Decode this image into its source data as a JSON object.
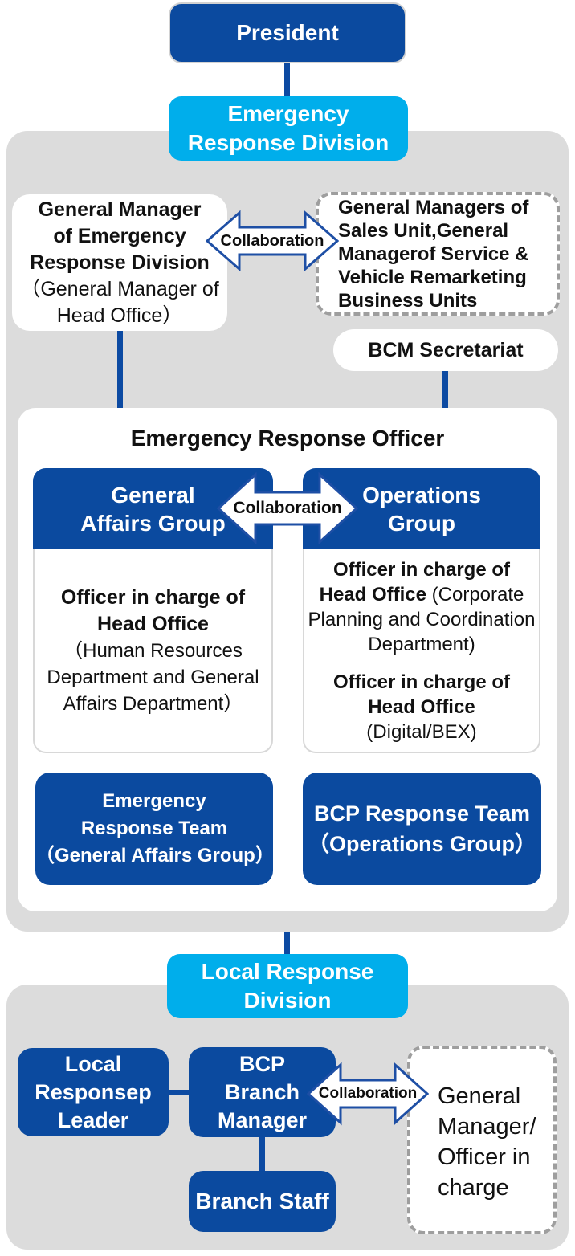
{
  "colors": {
    "navy": "#0B4A9F",
    "cyan": "#00AEEB",
    "panel_gray": "#DCDCDC",
    "connector_navy": "#0C4AA2",
    "arrow_outline_blue": "#1E4FA5",
    "dashed_border_gray": "#9E9E9E"
  },
  "org": {
    "president": "President",
    "emergency_response_division": "Emergency\nResponse Division",
    "gm_box": {
      "title": "General Manager\nof Emergency\nResponse Division",
      "subtitle": "（General Manager of\nHead Office）"
    },
    "collab_top": "Collaboration",
    "sales_gm_box": "General Managers of\nSales Unit,General\nManagerof Service &\nVehicle Remarketing\nBusiness Units",
    "bcm_secretariat": "BCM Secretariat",
    "panel": {
      "title": "Emergency Response Officer",
      "collab_mid": "Collaboration",
      "general_affairs": {
        "header": "General\nAffairs Group",
        "officer_bold": "Officer in charge of\nHead Office",
        "officer_sub": "（Human Resources\nDepartment and General\nAffairs Department）"
      },
      "operations": {
        "header": "Operations\nGroup",
        "p1_bold1": "Officer in charge of",
        "p1_bold2": "Head Office",
        "p1_reg2": " (Corporate",
        "p1_reg3": "Planning and Coordination\nDepartment)",
        "p2_bold": "Officer in charge of\nHead Office",
        "p2_reg": "(Digital/BEX)"
      },
      "emergency_team": "Emergency\nResponse Team\n（General Affairs Group）",
      "bcp_team": "BCP Response Team\n（Operations Group）"
    },
    "local_response_division": "Local Response\nDivision",
    "local": {
      "leader": "Local\nResponsep\nLeader",
      "bcp_branch_manager": "BCP\nBranch\nManager",
      "branch_staff": "Branch Staff",
      "collab_bottom": "Collaboration",
      "gm_officer": "General\nManager/\nOfficer in\ncharge"
    }
  }
}
